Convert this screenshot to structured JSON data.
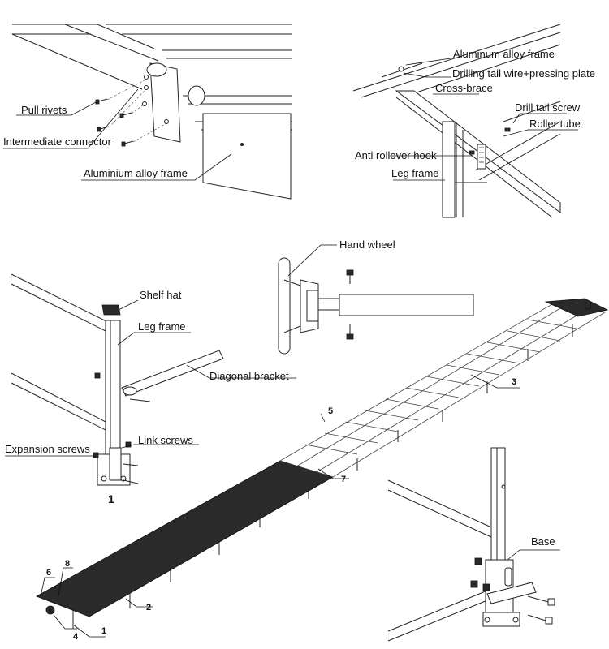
{
  "detail_top_left": {
    "pull_rivets": "Pull rivets",
    "intermediate_connector": "Intermediate connector",
    "aluminium_alloy_frame": "Aluminium alloy frame"
  },
  "detail_top_right": {
    "aluminum_alloy_frame": "Aluminum alloy frame",
    "drilling_tail_wire": "Drilling tail wire+pressing plate",
    "cross_brace": "Cross-brace",
    "drill_tail_screw": "Drill tail screw",
    "roller_tube": "Roller tube",
    "anti_rollover_hook": "Anti rollover hook",
    "leg_frame": "Leg frame"
  },
  "detail_hand_wheel": {
    "hand_wheel": "Hand wheel"
  },
  "detail_left_leg": {
    "shelf_hat": "Shelf hat",
    "leg_frame": "Leg frame",
    "diagonal_bracket": "Diagonal bracket",
    "expansion_screws": "Expansion screws",
    "link_screws": "Link screws",
    "figure_number": "1"
  },
  "detail_base": {
    "base": "Base"
  },
  "conveyor_callouts": {
    "n1": "1",
    "n2": "2",
    "n3": "3",
    "n4": "4",
    "n5": "5",
    "n6": "6",
    "n7": "7",
    "n8": "8"
  }
}
